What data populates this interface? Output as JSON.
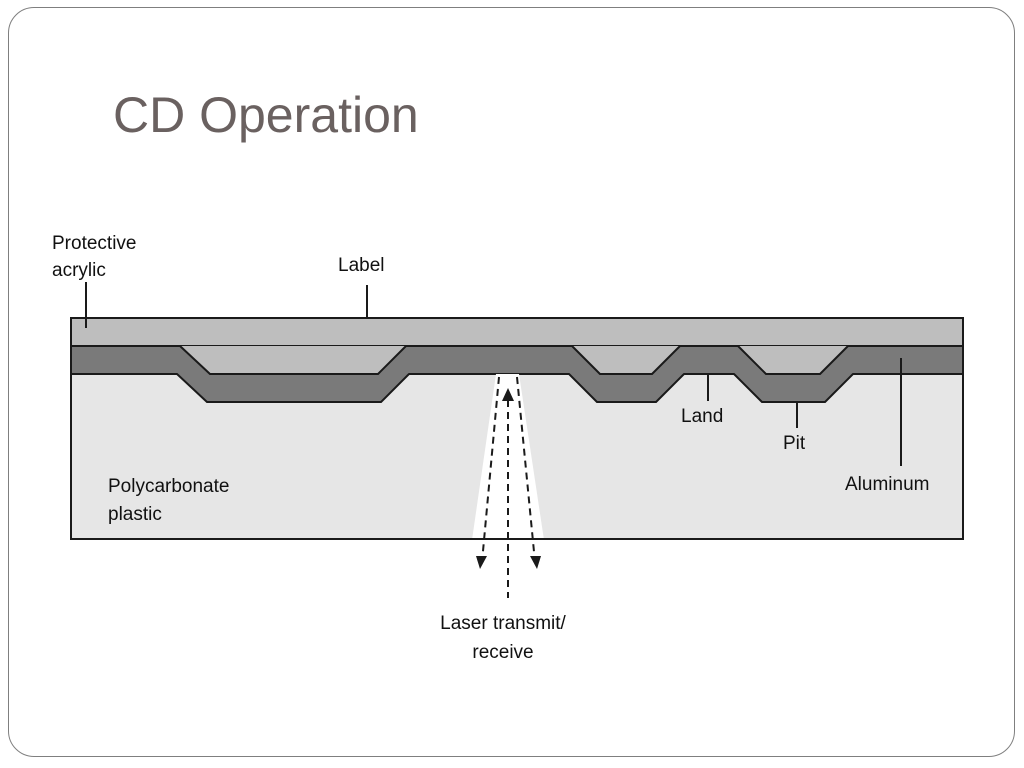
{
  "slide": {
    "title": "CD Operation"
  },
  "diagram": {
    "labels": {
      "protective_line1": "Protective",
      "protective_line2": "acrylic",
      "label": "Label",
      "land": "Land",
      "pit": "Pit",
      "aluminum": "Aluminum",
      "polycarbonate_line1": "Polycarbonate",
      "polycarbonate_line2": "plastic",
      "laser_line1": "Laser transmit/",
      "laser_line2": "receive"
    },
    "colors": {
      "acrylic": "#bebebe",
      "aluminum": "#7a7a7a",
      "polycarbonate": "#e6e6e6",
      "beam": "#ffffff",
      "stroke": "#1a1a1a",
      "title": "#6a6160"
    }
  }
}
